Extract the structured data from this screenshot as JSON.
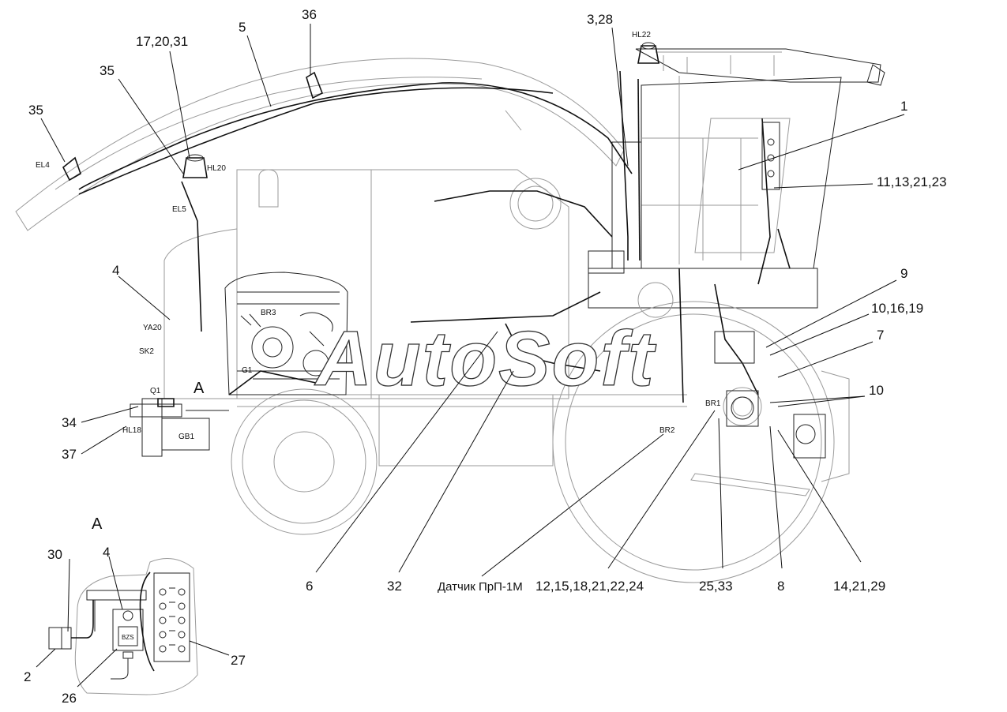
{
  "callouts": {
    "c1": "1",
    "c2": "2",
    "c3_28": "3,28",
    "c4_top": "4",
    "c4_view": "4",
    "c5": "5",
    "c6": "6",
    "c7": "7",
    "c8": "8",
    "c9": "9",
    "c10_16_19": "10,16,19",
    "c10": "10",
    "c11_13_21_23": "11,13,21,23",
    "c12_15": "12,15,18,21,22,24",
    "c14_21_29": "14,21,29",
    "c17_20_31": "17,20,31",
    "c25_33": "25,33",
    "c26": "26",
    "c27": "27",
    "c30": "30",
    "c32": "32",
    "c34": "34",
    "c35a": "35",
    "c35b": "35",
    "c36": "36",
    "c37": "37",
    "sensor": "Датчик ПрП-1М"
  },
  "tags": {
    "hl22": "HL22",
    "hl20": "HL20",
    "el4": "EL4",
    "el5": "EL5",
    "ya20": "YA20",
    "sk2": "SK2",
    "br3": "BR3",
    "g1": "G1",
    "q1": "Q1",
    "hl18": "HL18",
    "gb1": "GB1",
    "br1": "BR1",
    "br2": "BR2",
    "bzs": "BZS"
  },
  "view": {
    "marker_a": "A",
    "title_a": "A"
  },
  "watermark": "AutoSoft"
}
